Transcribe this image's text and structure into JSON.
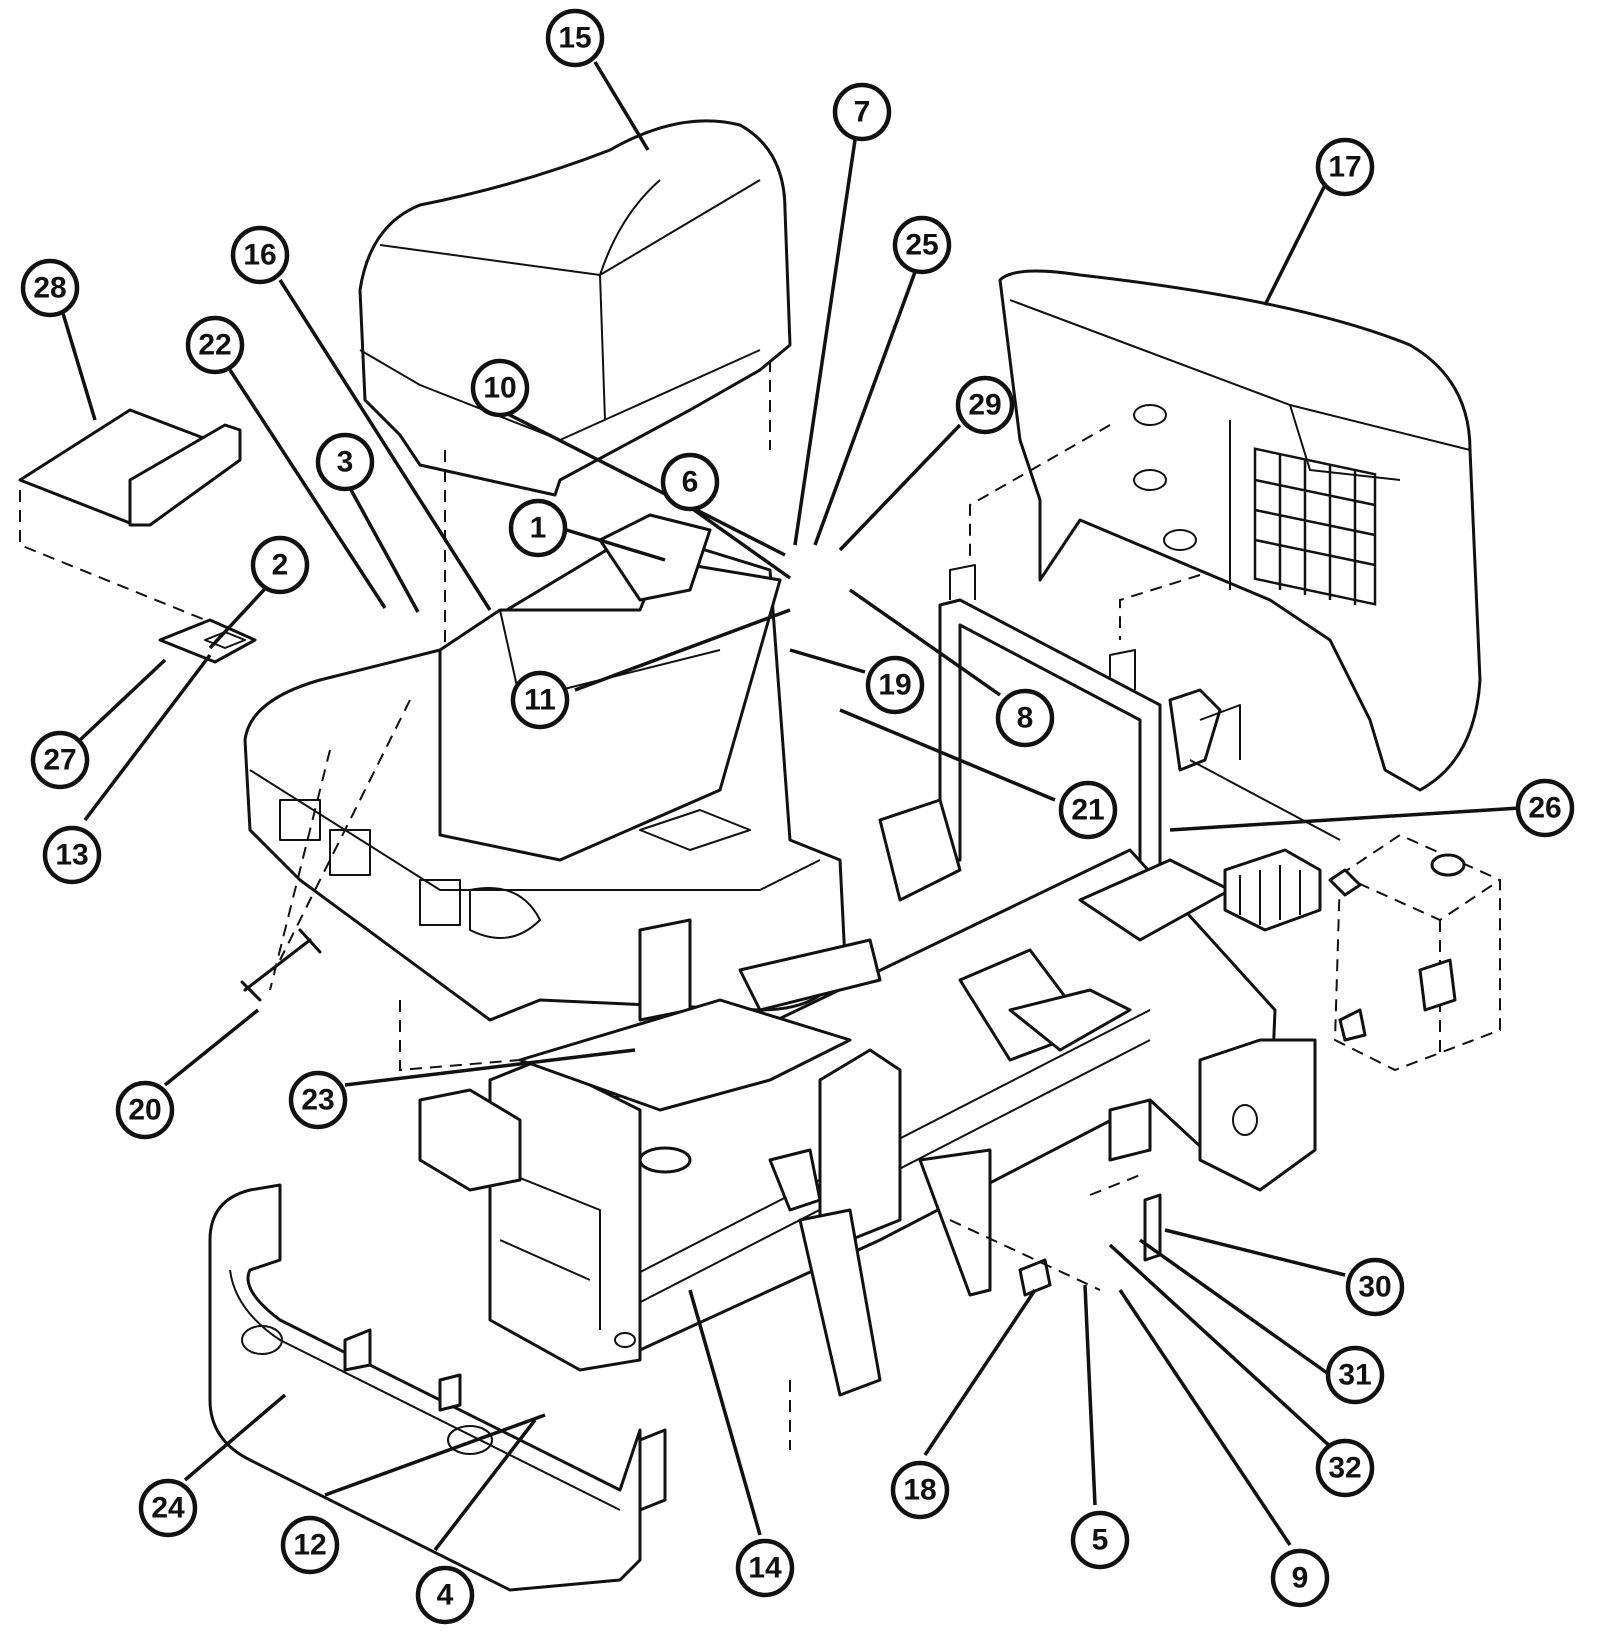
{
  "diagram": {
    "type": "exploded-parts-diagram",
    "callouts": [
      {
        "label": "1"
      },
      {
        "label": "2"
      },
      {
        "label": "3"
      },
      {
        "label": "4"
      },
      {
        "label": "5"
      },
      {
        "label": "6"
      },
      {
        "label": "7"
      },
      {
        "label": "8"
      },
      {
        "label": "9"
      },
      {
        "label": "10"
      },
      {
        "label": "11"
      },
      {
        "label": "12"
      },
      {
        "label": "13"
      },
      {
        "label": "14"
      },
      {
        "label": "15"
      },
      {
        "label": "16"
      },
      {
        "label": "17"
      },
      {
        "label": "18"
      },
      {
        "label": "19"
      },
      {
        "label": "20"
      },
      {
        "label": "21"
      },
      {
        "label": "22"
      },
      {
        "label": "23"
      },
      {
        "label": "24"
      },
      {
        "label": "25"
      },
      {
        "label": "26"
      },
      {
        "label": "27"
      },
      {
        "label": "28"
      },
      {
        "label": "29"
      },
      {
        "label": "30"
      },
      {
        "label": "31"
      },
      {
        "label": "32"
      }
    ]
  }
}
